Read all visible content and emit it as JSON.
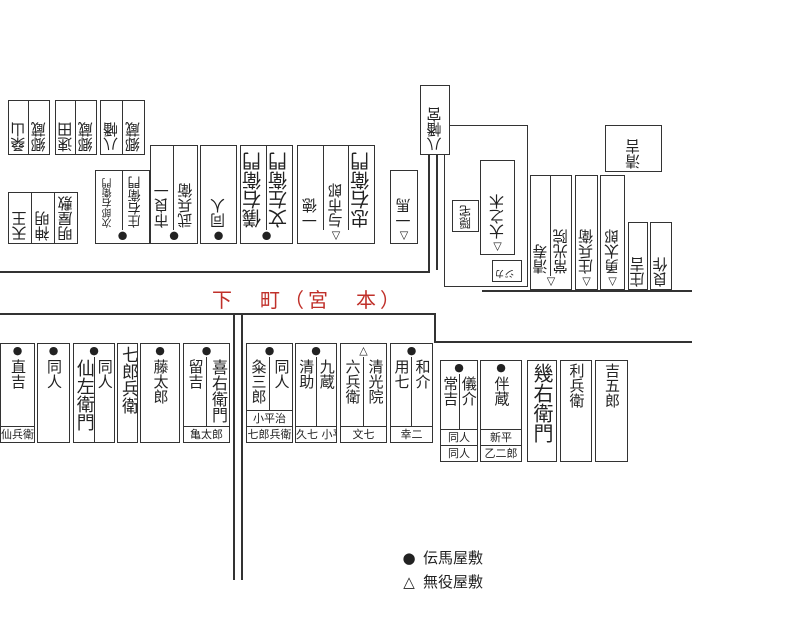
{
  "road_label": "下　町（宮　本）",
  "legend": [
    {
      "symbol": "●",
      "label": "伝馬屋敷"
    },
    {
      "symbol": "△",
      "label": "無役屋敷"
    }
  ],
  "markers": {
    "dot": "●",
    "triangle": "△"
  },
  "north_lots": [
    {
      "cols": [
        "桑山",
        "郷蔵"
      ]
    },
    {
      "cols": [
        "速田",
        "郷蔵"
      ]
    },
    {
      "cols": [
        "八幡",
        "郷蔵"
      ]
    },
    {
      "cols": [
        "天王",
        "神明",
        "明屋敷"
      ]
    },
    {
      "cols": [
        "次郎右衛門",
        "庄右衛門"
      ],
      "marker": "dot"
    },
    {
      "cols": [
        "市良一",
        "武兵衛"
      ],
      "marker": "dot"
    },
    {
      "cols": [
        "同人"
      ],
      "marker": "dot"
    },
    {
      "cols": [
        "儀右衛門",
        "文左衛門"
      ],
      "marker": "dot"
    },
    {
      "cols": [
        "一徳",
        "与市郎",
        "忠右衛門"
      ],
      "marker": "triangle"
    },
    {
      "cols": [
        "一馬"
      ],
      "marker": "triangle"
    },
    {
      "cols": [
        "八幡宮"
      ]
    },
    {
      "cols": [
        "大之木"
      ],
      "marker": "triangle"
    },
    {
      "cols": [
        "隠宅"
      ]
    },
    {
      "cols": [
        "カジ"
      ]
    },
    {
      "cols": [
        "清寿",
        "常光院"
      ],
      "marker": "triangle"
    },
    {
      "cols": [
        "庄兵衛"
      ],
      "marker": "triangle"
    },
    {
      "cols": [
        "勇太郎"
      ],
      "marker": "triangle"
    },
    {
      "cols": [
        "庄吉"
      ]
    },
    {
      "cols": [
        "良作"
      ]
    },
    {
      "cols": [
        "清吉"
      ]
    }
  ],
  "south_lots": [
    {
      "cols": [
        "直吉"
      ],
      "marker": "dot",
      "foot": [
        "仙兵衛"
      ]
    },
    {
      "cols": [
        "同人"
      ],
      "marker": "dot"
    },
    {
      "cols": [
        "同人",
        "仙左衛門"
      ],
      "marker": "dot"
    },
    {
      "cols": [
        "七郎兵衛"
      ]
    },
    {
      "cols": [
        "藤太郎"
      ],
      "marker": "dot"
    },
    {
      "cols": [
        "喜右衛門",
        "留吉"
      ],
      "marker": "dot",
      "foot": [
        "亀太郎"
      ]
    },
    {
      "cols": [
        "同人",
        "粂三郎"
      ],
      "marker": "dot",
      "foot": [
        "小平治",
        "七郎兵衛"
      ]
    },
    {
      "cols": [
        "九蔵",
        "清助"
      ],
      "marker": "dot",
      "foot": [
        "久七 小平二"
      ]
    },
    {
      "cols": [
        "清光院",
        "六兵衛"
      ],
      "marker": "triangle",
      "foot": [
        "文七"
      ]
    },
    {
      "cols": [
        "和介",
        "用七"
      ],
      "marker": "dot",
      "foot": [
        "幸二"
      ]
    },
    {
      "cols": [
        "儀介",
        "常吉"
      ],
      "marker": "dot",
      "foot": [
        "同人",
        "同人"
      ]
    },
    {
      "cols": [
        "伴蔵"
      ],
      "marker": "dot",
      "foot": [
        "新平",
        "乙二郎"
      ]
    },
    {
      "cols": [
        "幾右衛門"
      ]
    },
    {
      "cols": [
        "利兵衛"
      ]
    },
    {
      "cols": [
        "吉五郎"
      ]
    }
  ]
}
